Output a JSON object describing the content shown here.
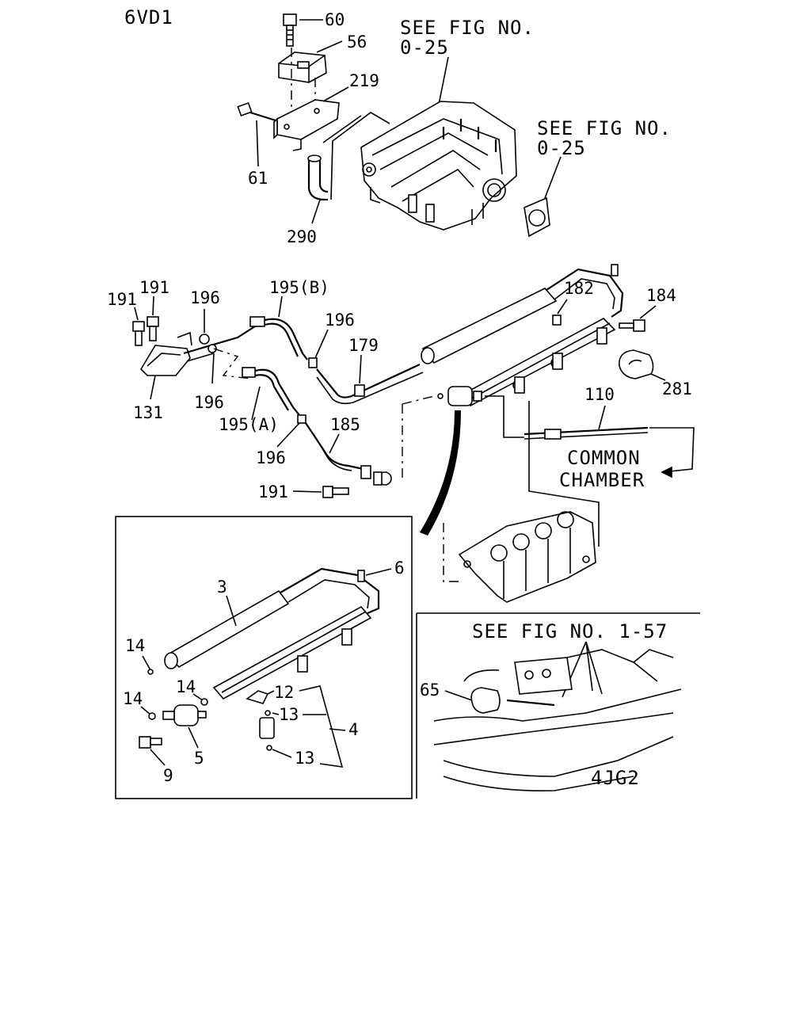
{
  "engine_top": "6VD1",
  "engine_bottom": "4JG2",
  "refs": {
    "fig_top": [
      "SEE FIG NO.",
      "0-25"
    ],
    "fig_right": [
      "SEE FIG NO.",
      "0-25"
    ],
    "fig_bottom": "SEE FIG NO. 1-57"
  },
  "common_chamber": [
    "COMMON",
    "CHAMBER"
  ],
  "callouts": {
    "c60": "60",
    "c56": "56",
    "c219": "219",
    "c61": "61",
    "c290": "290",
    "c191a": "191",
    "c191b": "191",
    "c196a": "196",
    "c195b": "195(B)",
    "c196b": "196",
    "c179": "179",
    "c182": "182",
    "c184": "184",
    "c131": "131",
    "c196c": "196",
    "c195a": "195(A)",
    "c185": "185",
    "c196d": "196",
    "c281": "281",
    "c110": "110",
    "c191c": "191",
    "c3": "3",
    "c6": "6",
    "c14a": "14",
    "c14b": "14",
    "c14c": "14",
    "c12": "12",
    "c13a": "13",
    "c13b": "13",
    "c4": "4",
    "c5": "5",
    "c9": "9",
    "c65": "65"
  }
}
